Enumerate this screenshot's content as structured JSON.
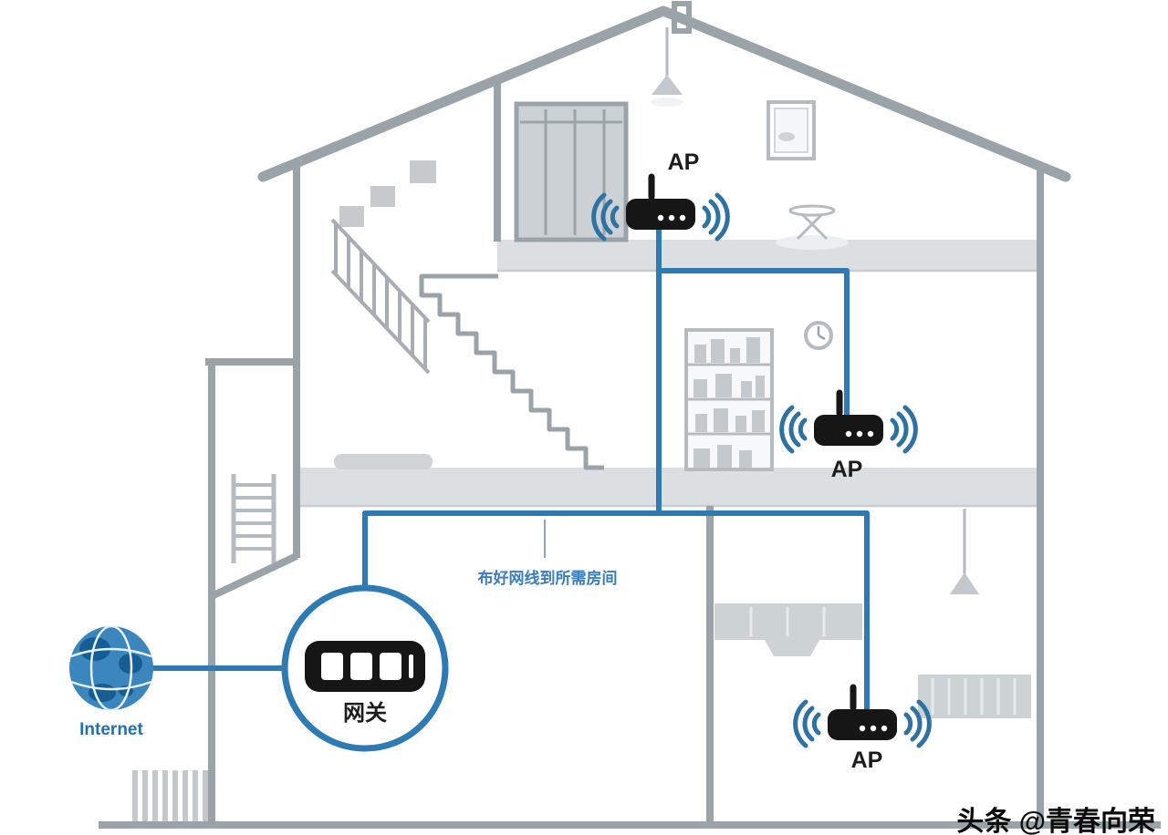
{
  "diagram": {
    "labels": {
      "internet": "Internet",
      "gateway": "网关",
      "ap_attic": "AP",
      "ap_middle_floor": "AP",
      "ap_ground_floor": "AP",
      "cable_note": "布好网线到所需房间"
    },
    "watermark": "头条 @青春向荣",
    "colors": {
      "house_gray": "#9aa3a8",
      "furniture_gray": "#ccd1d5",
      "floor_gray": "#dcdfe1",
      "cable_blue": "#2e7bb4",
      "wave_blue": "#2d72a0",
      "device_black": "#161616",
      "internet_blue": "#3a86bd",
      "label_blue": "#2471a8",
      "note_blue": "#3a7dbb"
    }
  }
}
